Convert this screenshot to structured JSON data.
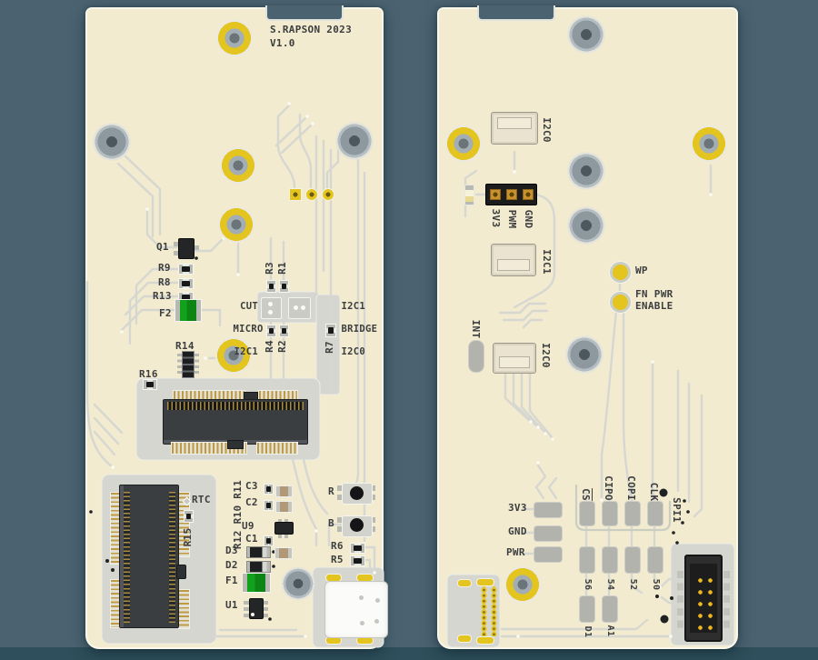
{
  "colors": {
    "bg": "#4b6371",
    "bg_floor": "#2e4f5b",
    "board": "#f2ebcf",
    "silk": "#3b3d3f",
    "copper": "#d7d7d1",
    "gold": "#e4c41f",
    "pad": "#b3b3ad",
    "green": "#13991b",
    "dark": "#2a2d30"
  },
  "left_board": {
    "title_line1": "S.RAPSON 2023",
    "title_line2": "V1.0",
    "refs": {
      "q1": "Q1",
      "r9": "R9",
      "r8": "R8",
      "r13": "R13",
      "f2": "F2",
      "r3": "R3",
      "r1": "R1",
      "r4": "R4",
      "r2": "R2",
      "r7": "R7",
      "r14": "R14",
      "r16": "R16",
      "rtc": "RTC",
      "r15": "R15",
      "r12_r10_r11": "R12 R10 R11",
      "c3": "C3",
      "c2": "C2",
      "u9": "U9",
      "c1": "C1",
      "d3": "D3",
      "d2": "D2",
      "f1": "F1",
      "u1": "U1",
      "btn_r": "R",
      "btn_b": "B",
      "r6": "R6",
      "r5": "R5"
    },
    "jumper_left": {
      "line1": "CUT",
      "line2": "MICRO",
      "line3": "I2C1"
    },
    "jumper_right": {
      "line1": "I2C1",
      "line2": "BRIDGE",
      "line3": "I2C0"
    }
  },
  "right_board": {
    "conn_top": "I2C0",
    "conn_mid": "I2C1",
    "conn_bottom": "I2C0",
    "header": {
      "pin1": "3V3",
      "pin2": "PWM",
      "pin3": "GND"
    },
    "wp": "WP",
    "fn_line1": "FN PWR",
    "fn_line2": "ENABLE",
    "int": "INT",
    "power": {
      "p1": "3V3",
      "p2": "GND",
      "p3": "PWR"
    },
    "spi": {
      "s1": "CS",
      "s2": "CIPO",
      "s3": "COPI",
      "s4": "CLK",
      "bus": "SPI1"
    },
    "pins": {
      "n1": "56",
      "n2": "54",
      "n3": "52",
      "n4": "50",
      "a1": "D1",
      "a2": "A1"
    }
  }
}
